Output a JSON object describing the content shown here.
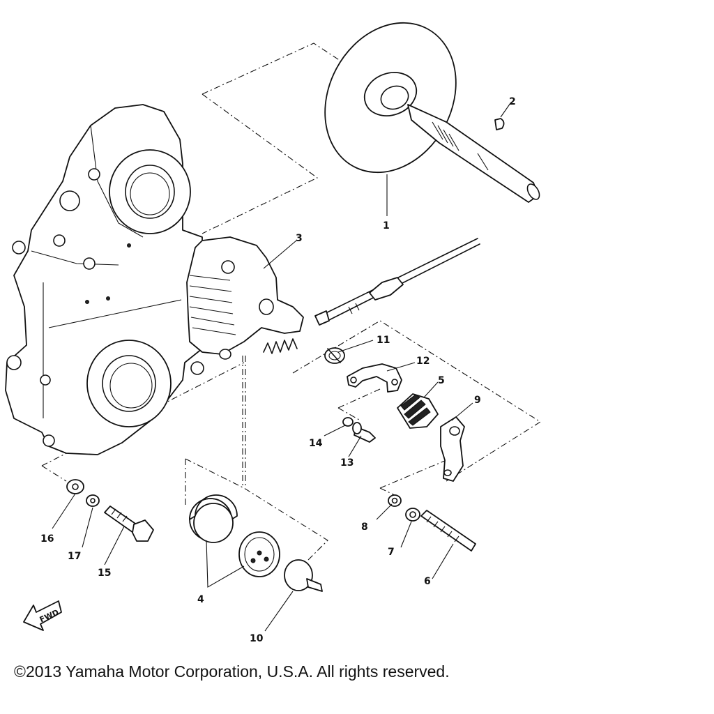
{
  "diagram": {
    "callouts": [
      "1",
      "2",
      "3",
      "4",
      "5",
      "6",
      "7",
      "8",
      "9",
      "10",
      "11",
      "12",
      "13",
      "14",
      "15",
      "16",
      "17"
    ],
    "fwd_label": "FWD"
  },
  "footer": {
    "copyright": "©2013 Yamaha Motor Corporation, U.S.A. All rights reserved."
  }
}
